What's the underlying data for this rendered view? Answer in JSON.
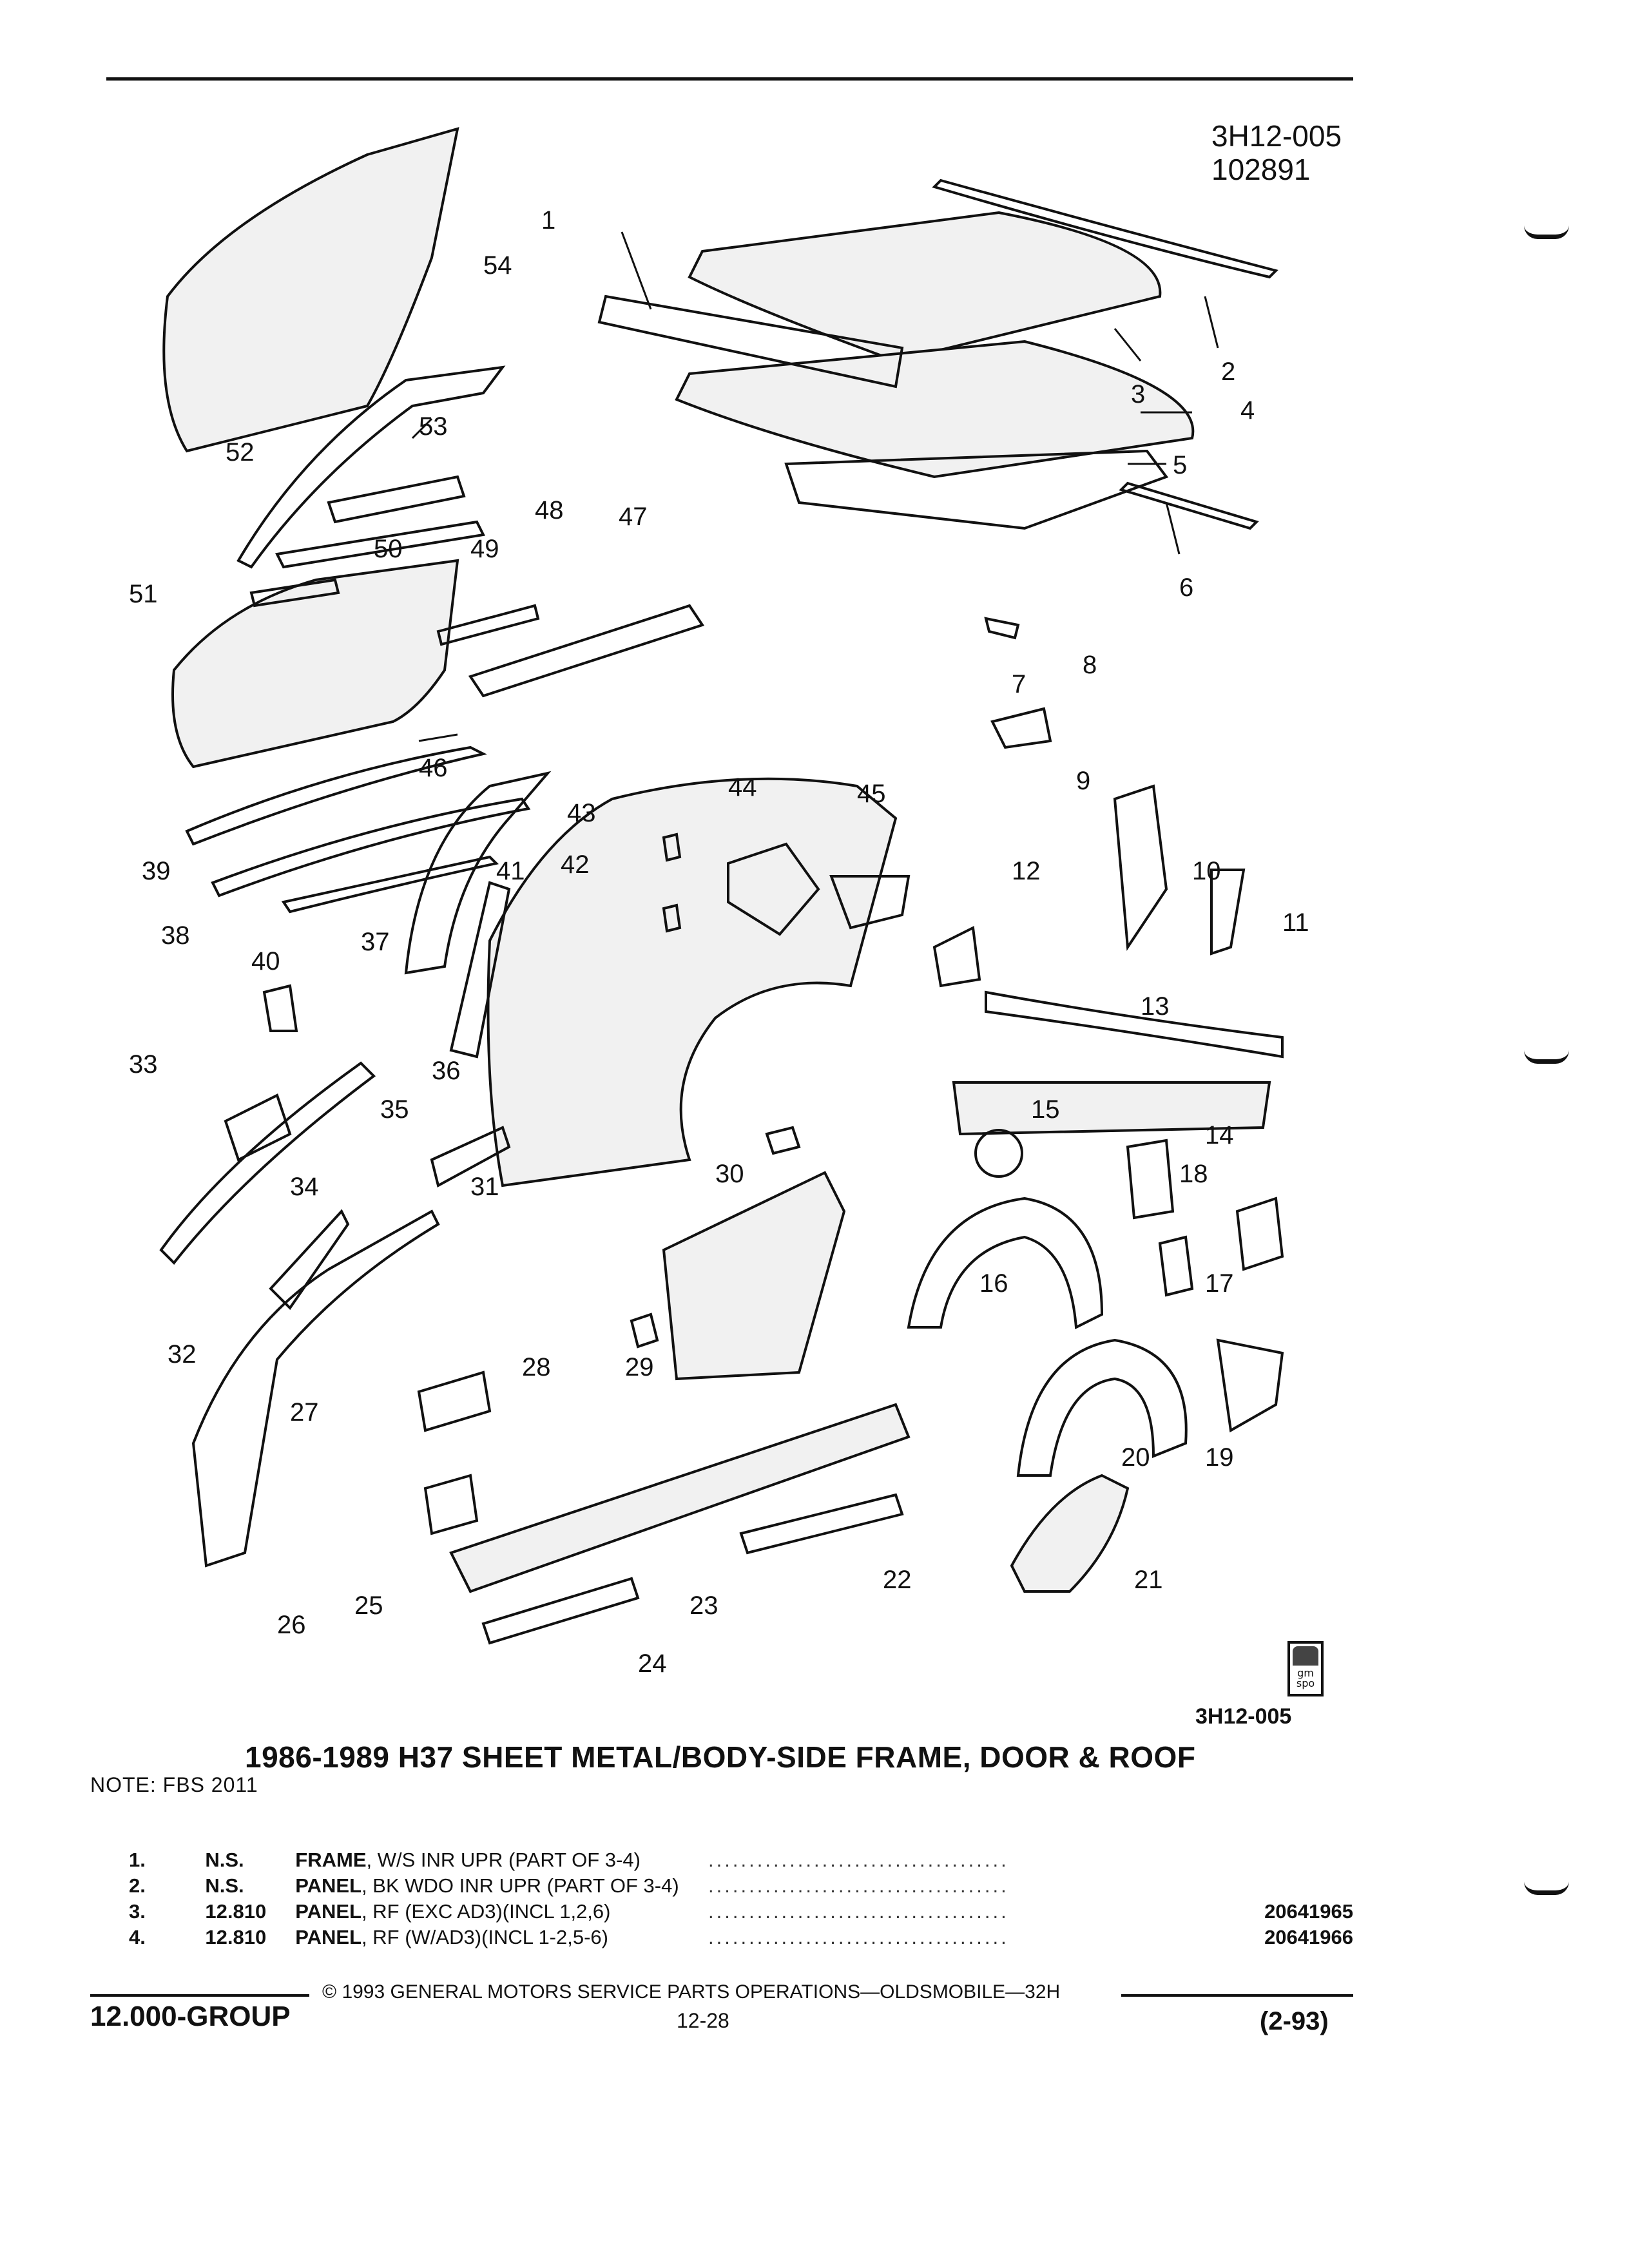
{
  "header": {
    "ref_code": "3H12-005",
    "ref_date": "102891"
  },
  "diagram": {
    "figure_code": "3H12-005",
    "logo_text": "gm spo",
    "callouts": [
      "1",
      "2",
      "3",
      "4",
      "5",
      "6",
      "7",
      "8",
      "9",
      "10",
      "11",
      "12",
      "13",
      "14",
      "15",
      "16",
      "17",
      "18",
      "19",
      "20",
      "21",
      "22",
      "23",
      "24",
      "25",
      "26",
      "27",
      "28",
      "29",
      "30",
      "31",
      "32",
      "33",
      "34",
      "35",
      "36",
      "37",
      "38",
      "39",
      "40",
      "41",
      "42",
      "43",
      "44",
      "45",
      "46",
      "47",
      "48",
      "49",
      "50",
      "51",
      "52",
      "53",
      "54"
    ]
  },
  "title": "1986-1989 H37 SHEET METAL/BODY-SIDE FRAME, DOOR & ROOF",
  "note": "NOTE: FBS 2011",
  "parts": [
    {
      "num": "1.",
      "group": "N.S.",
      "name": "FRAME",
      "detail": ", W/S INR UPR (PART OF 3-4)",
      "part_no": ""
    },
    {
      "num": "2.",
      "group": "N.S.",
      "name": "PANEL",
      "detail": ", BK WDO INR UPR (PART OF 3-4)",
      "part_no": ""
    },
    {
      "num": "3.",
      "group": "12.810",
      "name": "PANEL",
      "detail": ", RF (EXC AD3)(INCL 1,2,6)",
      "part_no": "20641965"
    },
    {
      "num": "4.",
      "group": "12.810",
      "name": "PANEL",
      "detail": ", RF (W/AD3)(INCL 1-2,5-6)",
      "part_no": "20641966"
    }
  ],
  "footer": {
    "group": "12.000-GROUP",
    "copyright": "© 1993 GENERAL MOTORS SERVICE PARTS OPERATIONS—OLDSMOBILE—32H",
    "page": "12-28",
    "revision": "(2-93)"
  }
}
